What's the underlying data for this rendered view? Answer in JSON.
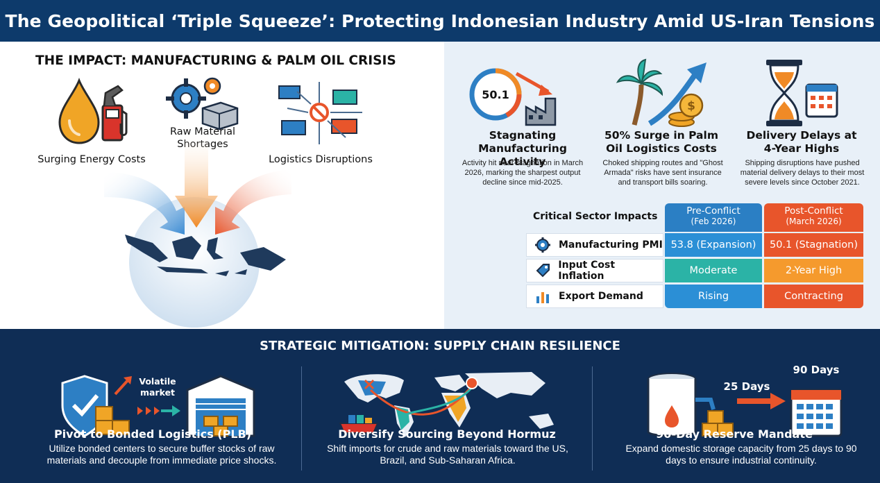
{
  "title": "The Geopolitical ‘Triple Squeeze’: Protecting Indonesian Industry Amid US-Iran Tensions",
  "impact": {
    "heading": "THE IMPACT: MANUFACTURING & PALM OIL CRISIS",
    "items": [
      {
        "label": "Surging Energy Costs",
        "icon": "oil-drop-fuel-pump-icon"
      },
      {
        "label": "Raw Material Shortages",
        "icon": "gears-material-icon"
      },
      {
        "label": "Logistics Disruptions",
        "icon": "shipping-containers-icon"
      }
    ]
  },
  "stats": [
    {
      "title": "Stagnating Manufacturing Activity",
      "gauge": "50.1",
      "desc": "Activity hit near-stagnation in March 2026, marking the sharpest output decline since mid-2025."
    },
    {
      "title": "50% Surge in Palm Oil Logistics Costs",
      "desc": "Choked shipping routes and \"Ghost Armada\" risks have sent insurance and transport bills soaring."
    },
    {
      "title": "Delivery Delays at 4-Year Highs",
      "desc": "Shipping disruptions have pushed material delivery delays to their most severe levels since October 2021."
    }
  ],
  "table": {
    "header_label": "Critical Sector Impacts",
    "col_pre": "Pre-Conflict",
    "col_pre_sub": "(Feb 2026)",
    "col_post": "Post-Conflict",
    "col_post_sub": "(March 2026)",
    "rows": [
      {
        "label": "Manufacturing PMI",
        "pre": "53.8 (Expansion)",
        "post": "50.1 (Stagnation)",
        "icon": "gear-icon"
      },
      {
        "label": "Input Cost Inflation",
        "pre": "Moderate",
        "post": "2-Year High",
        "icon": "price-tag-icon"
      },
      {
        "label": "Export Demand",
        "pre": "Rising",
        "post": "Contracting",
        "icon": "bar-chart-icon"
      }
    ],
    "colors": {
      "pre_header": "#2b7fc4",
      "post_header": "#e8552b",
      "teal": "#2bb3a6",
      "orange": "#f59a2d",
      "blue": "#2b8fd6",
      "red": "#e8552b"
    }
  },
  "mitigation": {
    "heading": "STRATEGIC MITIGATION: SUPPLY CHAIN RESILIENCE",
    "items": [
      {
        "title": "Pivot to Bonded Logistics (PLB)",
        "desc": "Utilize bonded centers to secure buffer stocks of raw materials and decouple from immediate price shocks.",
        "mini_label": "Volatile market"
      },
      {
        "title": "Diversify Sourcing Beyond Hormuz",
        "desc": "Shift imports for crude and raw materials toward the US, Brazil, and Sub-Saharan Africa."
      },
      {
        "title": "90-Day Reserve Mandate",
        "desc": "Expand domestic storage capacity from 25 days to 90 days to ensure industrial continuity.",
        "from_label": "25 Days",
        "to_label": "90 Days"
      }
    ]
  }
}
